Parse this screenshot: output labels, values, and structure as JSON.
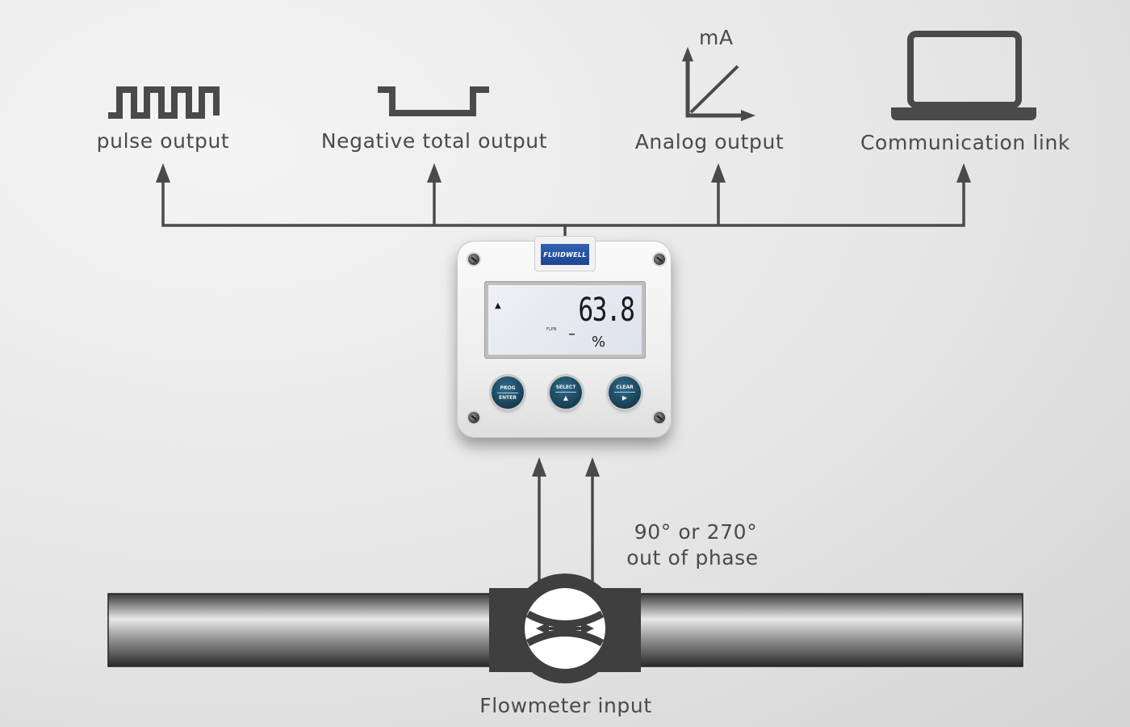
{
  "outputs": {
    "pulse": "pulse output",
    "negative_total": "Negative total output",
    "analog": "Analog output",
    "analog_unit": "mA",
    "communication": "Communication link"
  },
  "meter": {
    "brand": "FLUIDWELL",
    "display_value": "63.8",
    "display_unit": "%",
    "display_small": "FLPN",
    "buttons": [
      {
        "top": "PROG",
        "bottom": "ENTER"
      },
      {
        "top": "SELECT",
        "bottom": "▲"
      },
      {
        "top": "CLEAR",
        "bottom": "▶"
      }
    ]
  },
  "phase_note": {
    "line1": "90° or 270°",
    "line2": "out of phase"
  },
  "input_label": "Flowmeter input",
  "colors": {
    "line": "#4a4a4a",
    "text": "#4a4a4a",
    "button": "#1f4a63",
    "logo": "#2458a8"
  }
}
